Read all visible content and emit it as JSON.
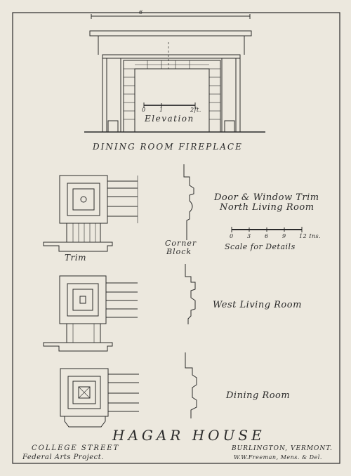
{
  "fireplace": {
    "dimension_mark": "6",
    "scale_ticks": [
      "0",
      "1",
      "2ft."
    ],
    "elevation_label": "Elevation",
    "title": "DINING ROOM FIREPLACE"
  },
  "trim_sections": [
    {
      "label_line1": "Door & Window Trim",
      "label_line2": "North Living Room"
    },
    {
      "label_line1": "West Living Room"
    },
    {
      "label_line1": "Dining Room"
    }
  ],
  "detail_labels": {
    "trim": "Trim",
    "corner_block_1": "Corner",
    "corner_block_2": "Block"
  },
  "detail_scale": {
    "ticks": [
      "0",
      "3",
      "6",
      "9",
      "12 Ins."
    ],
    "label": "Scale for Details"
  },
  "title_block": {
    "house_name": "HAGAR HOUSE",
    "street": "COLLEGE STREET",
    "project": "Federal Arts Project.",
    "location": "BURLINGTON, VERMONT.",
    "credit": "W.W.Freeman, Mens. & Del."
  }
}
